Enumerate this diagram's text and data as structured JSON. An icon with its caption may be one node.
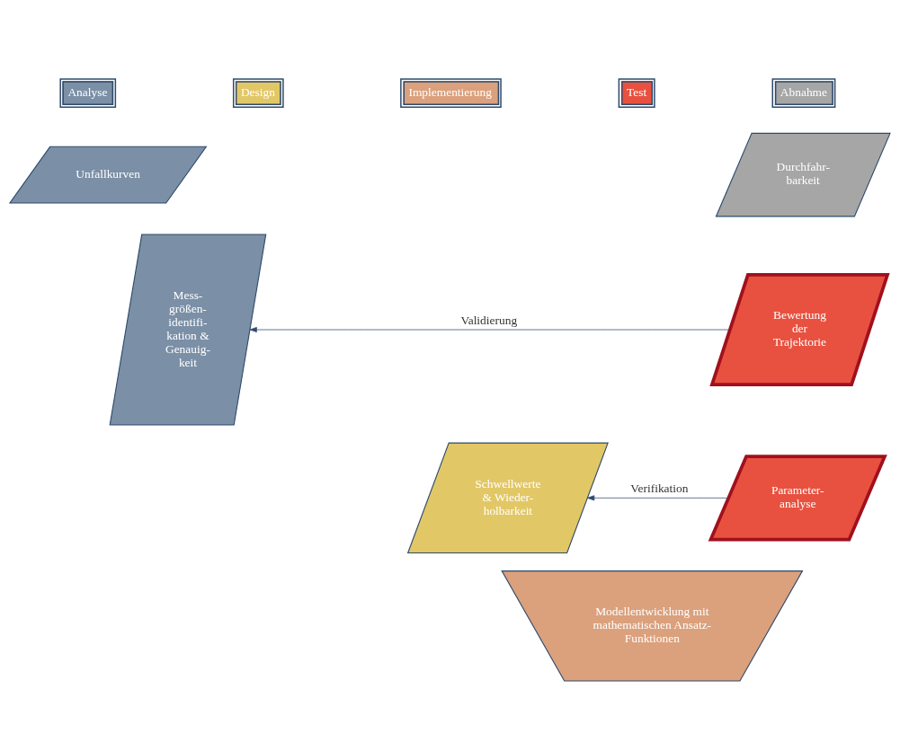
{
  "diagram": {
    "nodes": [
      {
        "text": [
          "Unfallkurven"
        ]
      },
      {
        "text": [
          "Mess- größen- identifi- kation & Genauig- keit"
        ]
      },
      {
        "text": [
          "Schwellwerte & Wieder- holbarkeit"
        ]
      },
      {
        "text": [
          "Modellentwicklung mit mathematischen Ansatz- Funktionen"
        ]
      },
      {
        "text": [
          "Parameter- analyse"
        ]
      },
      {
        "text": [
          "Bewertung der Trajektorie"
        ]
      },
      {
        "text": [
          "Durchfahr- barkeit"
        ]
      }
    ],
    "edges": [
      {
        "from": 5,
        "to": 1,
        "arrow": "to",
        "label": "Validierung"
      },
      {
        "from": 4,
        "to": 2,
        "arrow": "to",
        "label": "Verifikation"
      }
    ],
    "legend": [
      {
        "text": "Analyse",
        "color": "#7b8fa6"
      },
      {
        "text": "Design",
        "color": "#e2c766"
      },
      {
        "text": "Implementierung",
        "color": "#dba07c"
      },
      {
        "text": "Test",
        "color": "#e8513f"
      },
      {
        "text": "Abnahme",
        "color": "#a6a6a6"
      }
    ]
  }
}
